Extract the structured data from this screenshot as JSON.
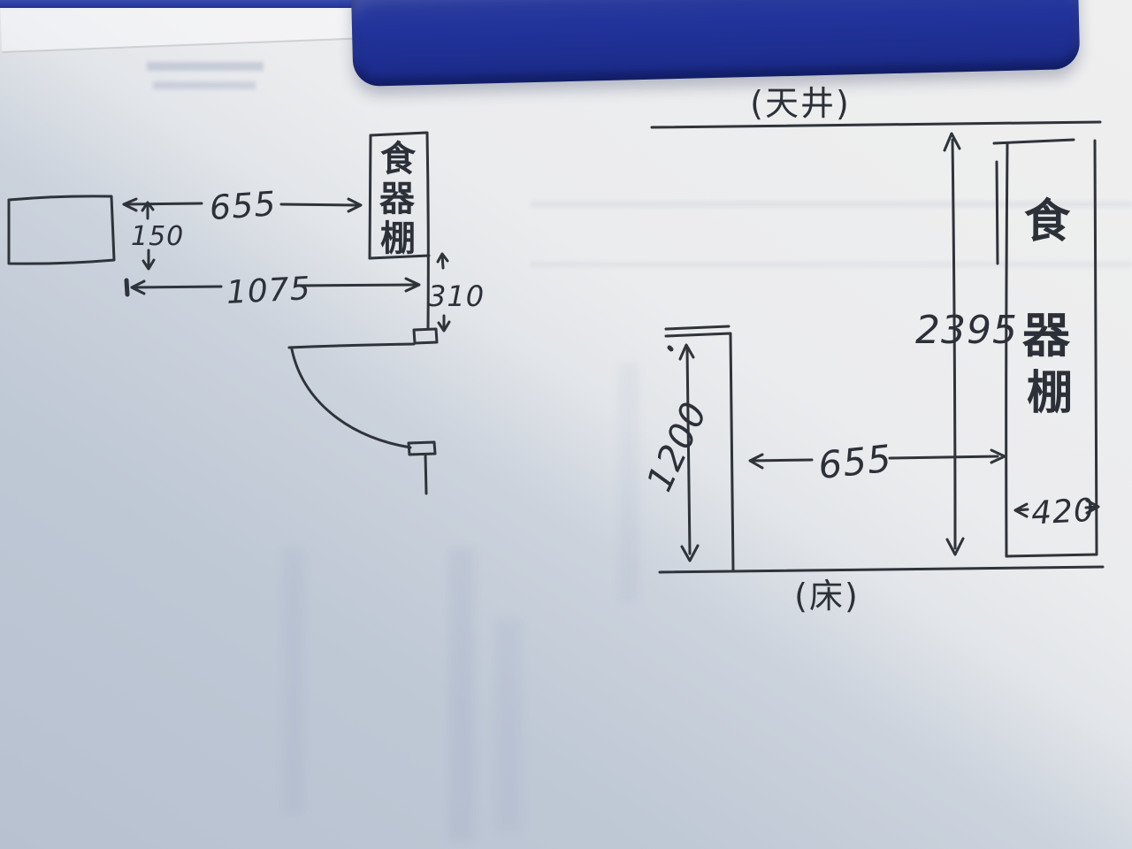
{
  "colors": {
    "ink": "#2f333a",
    "paper_light": "#efefef",
    "paper_shadow": "#b7c1d0",
    "binder_blue": "#22339b"
  },
  "left_plan": {
    "cabinet_chars": [
      "食",
      "器",
      "棚"
    ],
    "dim_top_width": "655",
    "dim_gap": "150",
    "dim_total_length": "1075",
    "dim_depth": "310"
  },
  "right_elevation": {
    "ceiling_label": "(天井)",
    "floor_label": "(床)",
    "cabinet_chars": [
      "食",
      "器",
      "棚"
    ],
    "dim_ceiling_height": "2395",
    "dim_clearance_width": "655",
    "dim_cabinet_depth": "420",
    "dim_counter_height": "1200"
  }
}
